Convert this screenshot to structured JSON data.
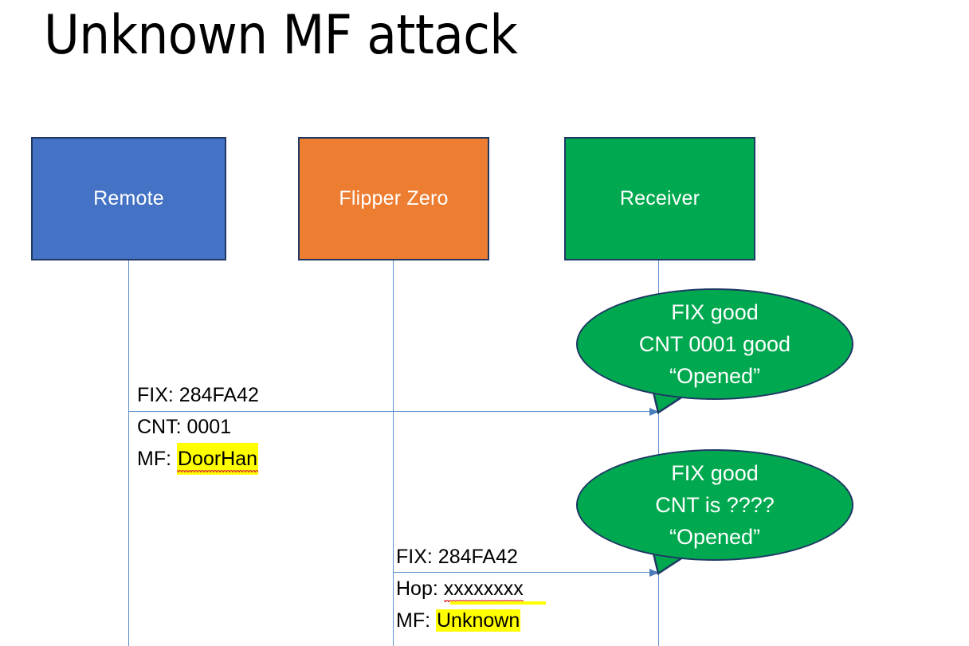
{
  "slide": {
    "title": "Unknown MF attack"
  },
  "colors": {
    "remote_blue": "#4472C4",
    "flipper_orange": "#ED7D31",
    "receiver_green": "#00A94F",
    "border_navy": "#1F3864",
    "arrow_blue": "#5B8FCB",
    "highlight_yellow": "#FFFF00",
    "spellcheck_red": "#E03030",
    "text_white": "#FFFFFF",
    "text_black": "#000000",
    "background": "#FFFFFF"
  },
  "actors": [
    {
      "id": "remote",
      "label": "Remote",
      "color": "#4472C4"
    },
    {
      "id": "flipper",
      "label": "Flipper Zero",
      "color": "#ED7D31"
    },
    {
      "id": "receiver",
      "label": "Receiver",
      "color": "#00A94F"
    }
  ],
  "messages": [
    {
      "id": "msg1",
      "from": "remote",
      "to": "receiver",
      "lines": [
        {
          "prefix": "FIX: ",
          "value": "284FA42",
          "highlight": false,
          "spellcheck_underline": false
        },
        {
          "prefix": "CNT: ",
          "value": "0001",
          "highlight": false,
          "spellcheck_underline": false
        },
        {
          "prefix": "MF: ",
          "value": "DoorHan",
          "highlight": true,
          "spellcheck_underline": true
        }
      ]
    },
    {
      "id": "msg2",
      "from": "flipper",
      "to": "receiver",
      "lines": [
        {
          "prefix": "FIX: ",
          "value": "284FA42",
          "highlight": false,
          "spellcheck_underline": false
        },
        {
          "prefix": "Hop: ",
          "value": "xxxxxxxx",
          "highlight": false,
          "spellcheck_underline": true
        },
        {
          "prefix": "MF: ",
          "value": "Unknown",
          "highlight": true,
          "spellcheck_underline": false
        }
      ]
    }
  ],
  "bubbles": [
    {
      "id": "bubble1",
      "owner": "receiver",
      "lines": [
        "FIX good",
        "CNT 0001 good",
        "“Opened”"
      ]
    },
    {
      "id": "bubble2",
      "owner": "receiver",
      "lines": [
        "FIX good",
        "CNT is ????",
        "“Opened”"
      ]
    }
  ]
}
